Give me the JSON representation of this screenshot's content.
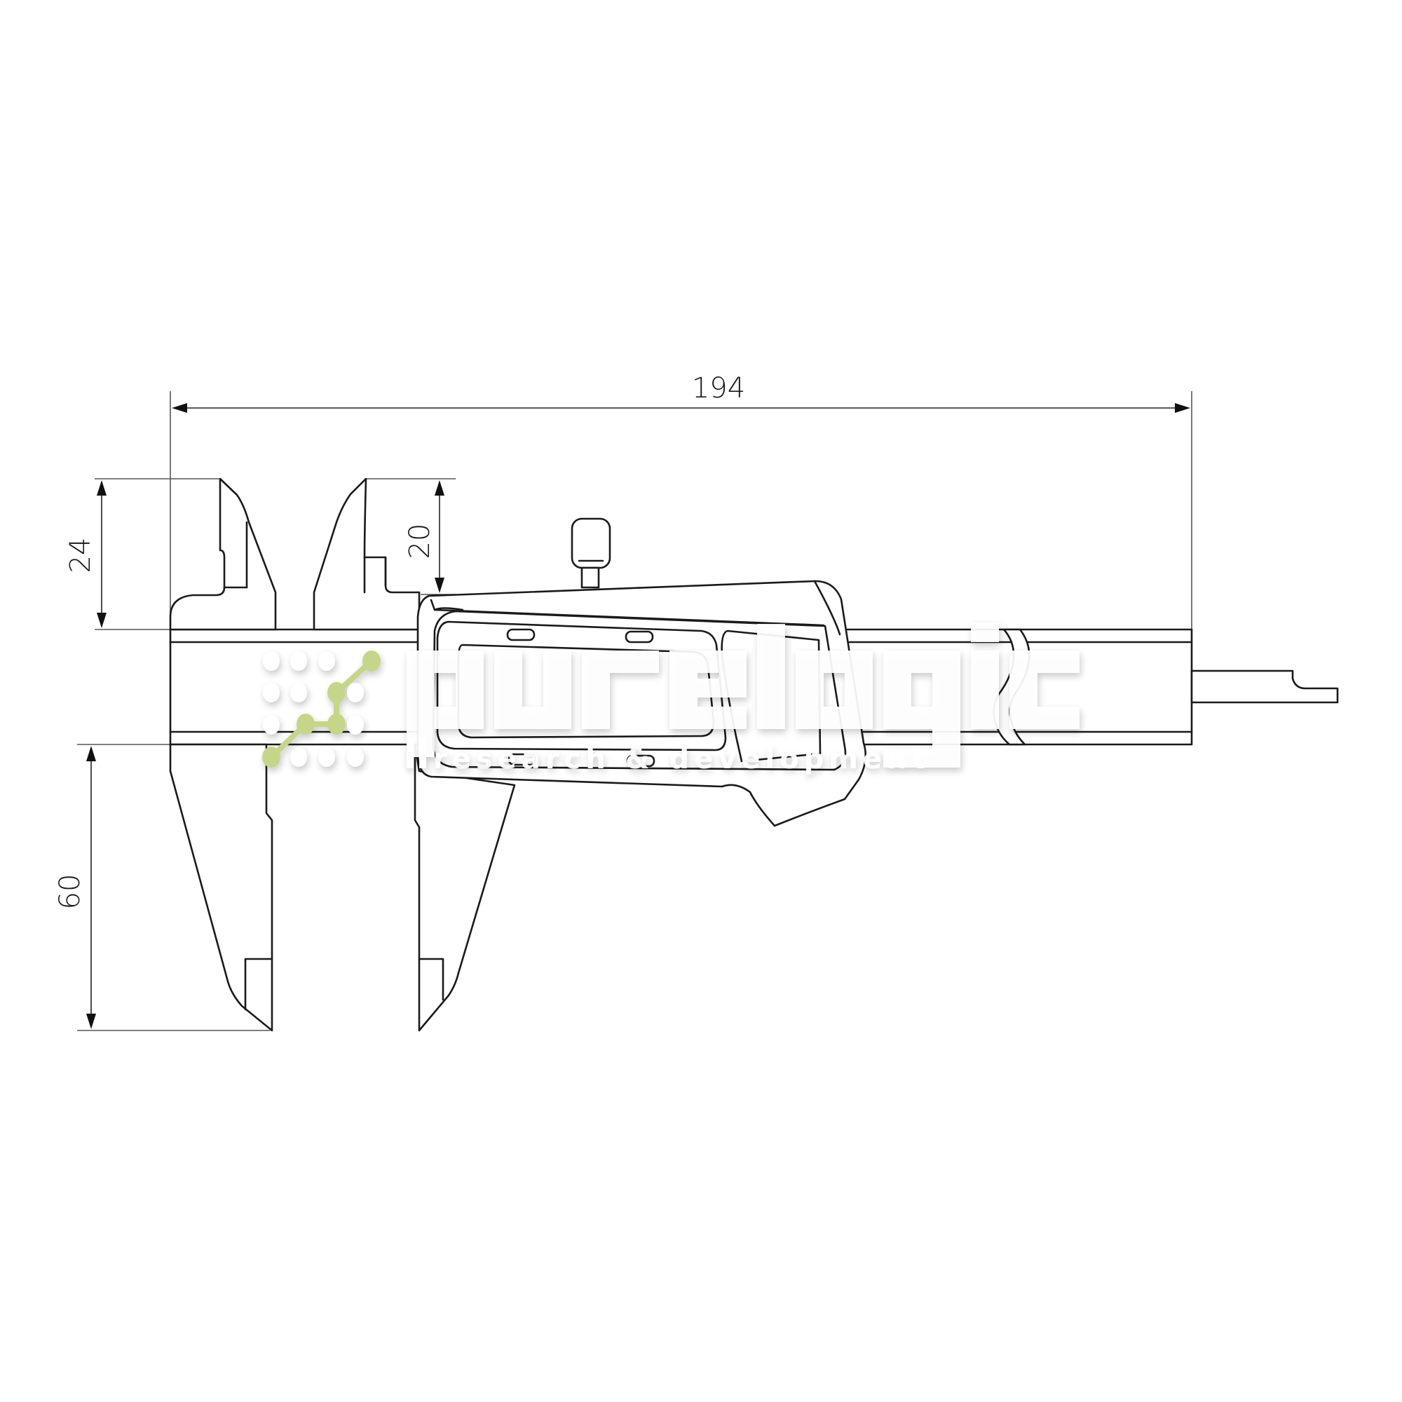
{
  "drawing": {
    "subject": "digital caliper",
    "view": "front elevation",
    "line_color": "#1a1a1a",
    "background": "#ffffff"
  },
  "dimensions": {
    "overall_length": {
      "label": "194",
      "orientation": "horizontal"
    },
    "outer_jaw_height": {
      "label": "24",
      "orientation": "vertical"
    },
    "inner_jaw_height": {
      "label": "20",
      "orientation": "vertical"
    },
    "lower_jaw_length": {
      "label": "60",
      "orientation": "vertical"
    }
  },
  "watermark": {
    "brand": "purelogic",
    "tagline": "research & development",
    "accent_color": "#c5d58a",
    "text_color": "#ffffff"
  }
}
